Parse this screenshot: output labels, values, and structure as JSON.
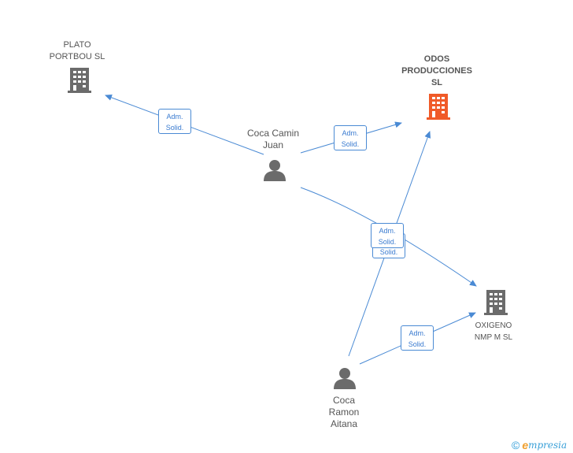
{
  "nodes": {
    "plato": {
      "label": "PLATO\nPORTBOU  SL",
      "type": "company",
      "color": "#6b6b6b"
    },
    "odos": {
      "label": "ODOS\nPRODUCCIONES\nSL",
      "type": "company-highlight",
      "color": "#f05a28"
    },
    "oxigeno": {
      "label": "OXIGENO\nNMP M SL",
      "type": "company",
      "color": "#6b6b6b"
    },
    "coca_juan": {
      "label": "Coca Camin\nJuan",
      "type": "person",
      "color": "#6b6b6b"
    },
    "coca_aitana": {
      "label": "Coca\nRamon\nAitana",
      "type": "person",
      "color": "#6b6b6b"
    }
  },
  "edges": [
    {
      "label": "Adm.\nSolid.",
      "from": "coca_juan",
      "to": "plato"
    },
    {
      "label": "Adm.\nSolid.",
      "from": "coca_juan",
      "to": "odos"
    },
    {
      "label": "Adm.\nSolid.",
      "from": "coca_juan",
      "to": "oxigeno"
    },
    {
      "label": "Adm.\nSolid.",
      "from": "coca_aitana",
      "to": "odos"
    },
    {
      "label": "Adm.\nSolid.",
      "from": "coca_aitana",
      "to": "oxigeno"
    }
  ],
  "colors": {
    "edge": "#4a8ad4"
  },
  "footer": {
    "copyright": "©",
    "brand_initial": "e",
    "brand_rest": "mpresia"
  }
}
